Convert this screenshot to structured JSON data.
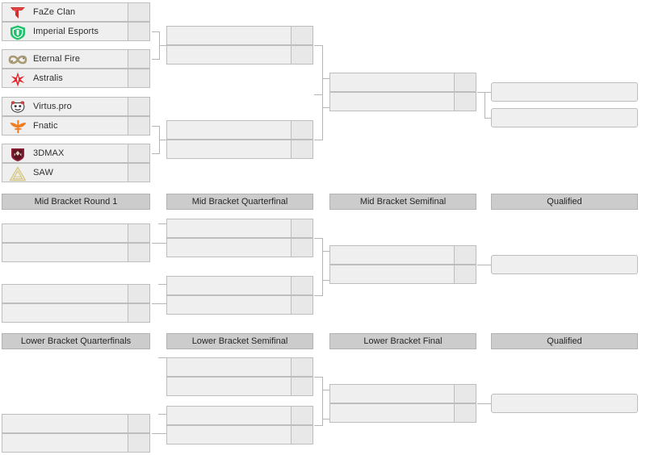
{
  "upper_bracket": {
    "round1": [
      {
        "team": "FaZe Clan",
        "logo": "faze-logo",
        "score": ""
      },
      {
        "team": "Imperial Esports",
        "logo": "imperial-logo",
        "score": ""
      },
      {
        "team": "Eternal Fire",
        "logo": "eternal-fire-logo",
        "score": ""
      },
      {
        "team": "Astralis",
        "logo": "astralis-logo",
        "score": ""
      },
      {
        "team": "Virtus.pro",
        "logo": "virtuspro-logo",
        "score": ""
      },
      {
        "team": "Fnatic",
        "logo": "fnatic-logo",
        "score": ""
      },
      {
        "team": "3DMAX",
        "logo": "3dmax-logo",
        "score": ""
      },
      {
        "team": "SAW",
        "logo": "saw-logo",
        "score": ""
      }
    ],
    "round2": [
      {
        "team": "",
        "score": ""
      },
      {
        "team": "",
        "score": ""
      },
      {
        "team": "",
        "score": ""
      },
      {
        "team": "",
        "score": ""
      }
    ],
    "round3": [
      {
        "team": "",
        "score": ""
      },
      {
        "team": "",
        "score": ""
      }
    ],
    "qualified": [
      {
        "team": ""
      },
      {
        "team": ""
      }
    ]
  },
  "mid_bracket": {
    "headers": [
      "Mid Bracket Round 1",
      "Mid Bracket Quarterfinal",
      "Mid Bracket Semifinal",
      "Qualified"
    ],
    "round1": [
      {
        "team": "",
        "score": ""
      },
      {
        "team": "",
        "score": ""
      },
      {
        "team": "",
        "score": ""
      },
      {
        "team": "",
        "score": ""
      }
    ],
    "quarterfinal": [
      {
        "team": "",
        "score": ""
      },
      {
        "team": "",
        "score": ""
      },
      {
        "team": "",
        "score": ""
      },
      {
        "team": "",
        "score": ""
      }
    ],
    "semifinal": [
      {
        "team": "",
        "score": ""
      },
      {
        "team": "",
        "score": ""
      }
    ],
    "qualified": [
      {
        "team": ""
      }
    ]
  },
  "lower_bracket": {
    "headers": [
      "Lower Bracket Quarterfinals",
      "Lower Bracket Semifinal",
      "Lower Bracket Final",
      "Qualified"
    ],
    "quarterfinals": [
      {
        "team": "",
        "score": ""
      },
      {
        "team": "",
        "score": ""
      }
    ],
    "semifinal": [
      {
        "team": "",
        "score": ""
      },
      {
        "team": "",
        "score": ""
      },
      {
        "team": "",
        "score": ""
      },
      {
        "team": "",
        "score": ""
      }
    ],
    "final": [
      {
        "team": "",
        "score": ""
      },
      {
        "team": "",
        "score": ""
      }
    ],
    "qualified": [
      {
        "team": ""
      }
    ]
  },
  "colors": {
    "slot_bg": "#efefef",
    "slot_border": "#bdbdbd",
    "score_bg": "#e8e8e8",
    "header_bg": "#cccccc",
    "connector": "#b5b5b5",
    "faze_red": "#ce2b2b",
    "imperial_green": "#1fc26a",
    "eternal_fire_tan": "#a89a72",
    "astralis_red": "#e4252a",
    "virtuspro_dark": "#3b3b3b",
    "fnatic_orange": "#ef7c1f",
    "3dmax_maroon": "#8c1f33",
    "saw_gold": "#d8c98a"
  }
}
